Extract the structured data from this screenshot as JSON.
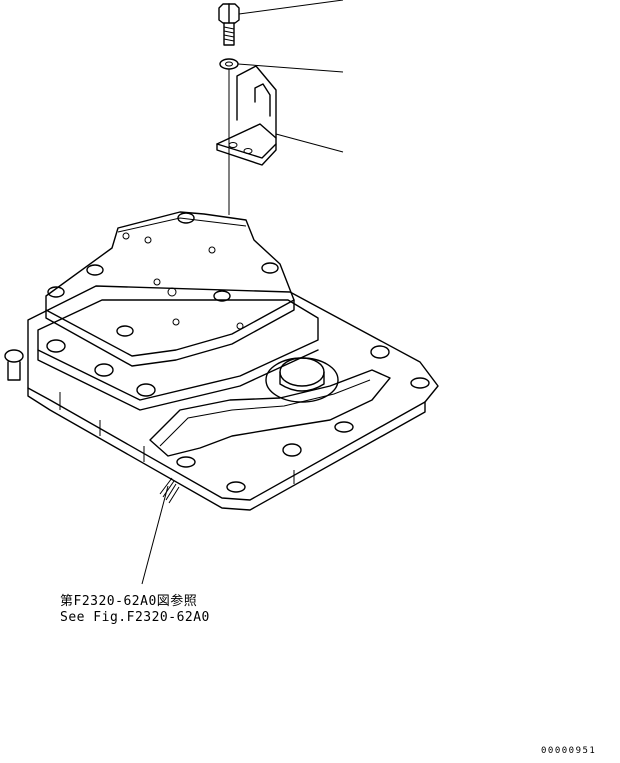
{
  "reference_note": {
    "japanese": "第F2320-62A0図参照",
    "english": "See Fig.F2320-62A0"
  },
  "drawing_code": "00000951",
  "parts": [
    {
      "icon": "bolt-icon",
      "name": "bolt"
    },
    {
      "icon": "washer-icon",
      "name": "washer"
    },
    {
      "icon": "bracket-icon",
      "name": "bracket"
    },
    {
      "icon": "valve-cover-icon",
      "name": "valve-cover-assembly"
    }
  ]
}
